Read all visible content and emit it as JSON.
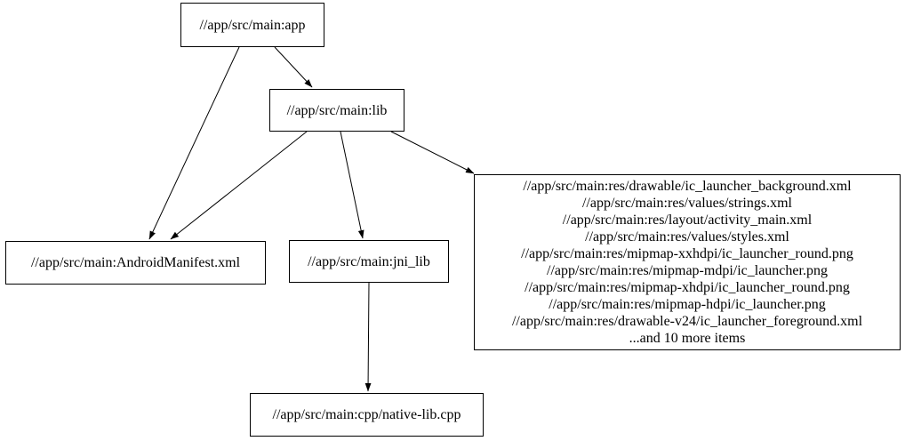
{
  "graph": {
    "kind": "dependency-graph",
    "colors": {
      "background": "#ffffff",
      "node_fill": "#ffffff",
      "node_border": "#000000",
      "edge": "#000000",
      "text": "#000000"
    },
    "nodes": [
      {
        "id": "app",
        "label": "//app/src/main:app"
      },
      {
        "id": "lib",
        "label": "//app/src/main:lib"
      },
      {
        "id": "android_manifest",
        "label": "//app/src/main:AndroidManifest.xml"
      },
      {
        "id": "jni_lib",
        "label": "//app/src/main:jni_lib"
      },
      {
        "id": "resources",
        "lines": [
          "//app/src/main:res/drawable/ic_launcher_background.xml",
          "//app/src/main:res/values/strings.xml",
          "//app/src/main:res/layout/activity_main.xml",
          "//app/src/main:res/values/styles.xml",
          "//app/src/main:res/mipmap-xxhdpi/ic_launcher_round.png",
          "//app/src/main:res/mipmap-mdpi/ic_launcher.png",
          "//app/src/main:res/mipmap-xhdpi/ic_launcher_round.png",
          "//app/src/main:res/mipmap-hdpi/ic_launcher.png",
          "//app/src/main:res/drawable-v24/ic_launcher_foreground.xml",
          "...and 10 more items"
        ]
      },
      {
        "id": "native_lib_cpp",
        "label": "//app/src/main:cpp/native-lib.cpp"
      }
    ],
    "edges": [
      {
        "from": "app",
        "to": "lib"
      },
      {
        "from": "app",
        "to": "android_manifest"
      },
      {
        "from": "lib",
        "to": "android_manifest"
      },
      {
        "from": "lib",
        "to": "jni_lib"
      },
      {
        "from": "lib",
        "to": "resources"
      },
      {
        "from": "jni_lib",
        "to": "native_lib_cpp"
      }
    ]
  }
}
